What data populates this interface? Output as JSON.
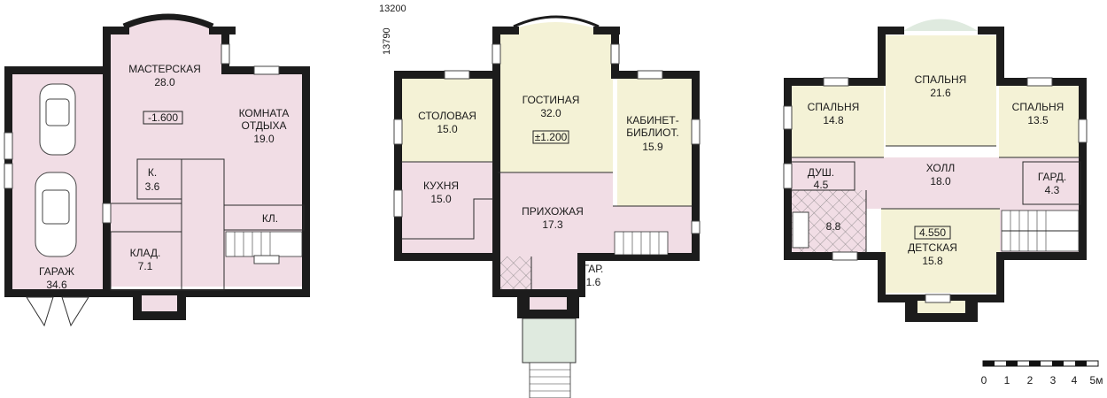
{
  "dimensions": {
    "width": "13200",
    "height": "13790"
  },
  "floors": [
    {
      "rooms": [
        {
          "name": "МАСТЕРСКАЯ",
          "area": "28.0"
        },
        {
          "name": "КОМНАТА ОТДЫХА",
          "line1": "КОМНАТА",
          "line2": "ОТДЫХА",
          "area": "19.0"
        },
        {
          "name": "К.",
          "area": "3.6"
        },
        {
          "name": "КЛ.",
          "area": ""
        },
        {
          "name": "КЛАД.",
          "area": "7.1"
        },
        {
          "name": "ГАРАЖ",
          "area": "34.6"
        }
      ],
      "level": "-1.600"
    },
    {
      "rooms": [
        {
          "name": "СТОЛОВАЯ",
          "area": "15.0"
        },
        {
          "name": "ГОСТИНАЯ",
          "area": "32.0"
        },
        {
          "name": "КАБИНЕТ-БИБЛИОТ.",
          "line1": "КАБИНЕТ-",
          "line2": "БИБЛИОТ.",
          "area": "15.9"
        },
        {
          "name": "КУХНЯ",
          "area": "15.0"
        },
        {
          "name": "ПРИХОЖАЯ",
          "area": "17.3"
        },
        {
          "name": "ГАР.",
          "area": "1.6"
        }
      ],
      "level": "±1.200"
    },
    {
      "rooms": [
        {
          "name": "СПАЛЬНЯ",
          "area": "14.8"
        },
        {
          "name": "СПАЛЬНЯ",
          "area": "21.6"
        },
        {
          "name": "СПАЛЬНЯ",
          "area": "13.5"
        },
        {
          "name": "ДУШ.",
          "area": "4.5"
        },
        {
          "name": "ХОЛЛ",
          "area": "18.0"
        },
        {
          "name": "ГАРД.",
          "area": "4.3"
        },
        {
          "name": "",
          "area": "8.8"
        },
        {
          "name": "ДЕТСКАЯ",
          "area": "15.8"
        }
      ],
      "level": "4.550"
    }
  ],
  "scale_bar": {
    "ticks": [
      "0",
      "1",
      "2",
      "3",
      "4",
      "5м"
    ]
  },
  "colors": {
    "pink": "#f1dde5",
    "yellow": "#f4f2d6",
    "wall": "#1c1c1c",
    "porch": "#dfeadf"
  }
}
